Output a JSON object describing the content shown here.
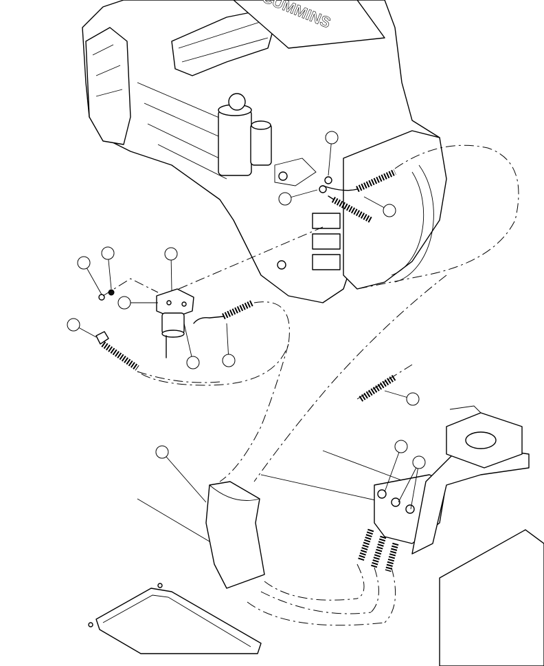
{
  "engine_logo_text": "CUMMINS",
  "callouts": [
    {
      "id": "c1"
    },
    {
      "id": "c2"
    },
    {
      "id": "c3"
    },
    {
      "id": "c4"
    },
    {
      "id": "c5"
    },
    {
      "id": "c6"
    },
    {
      "id": "c7"
    },
    {
      "id": "c8"
    },
    {
      "id": "c9"
    },
    {
      "id": "c10"
    },
    {
      "id": "c11"
    },
    {
      "id": "c12"
    },
    {
      "id": "c13"
    },
    {
      "id": "c14"
    },
    {
      "id": "c15"
    }
  ]
}
